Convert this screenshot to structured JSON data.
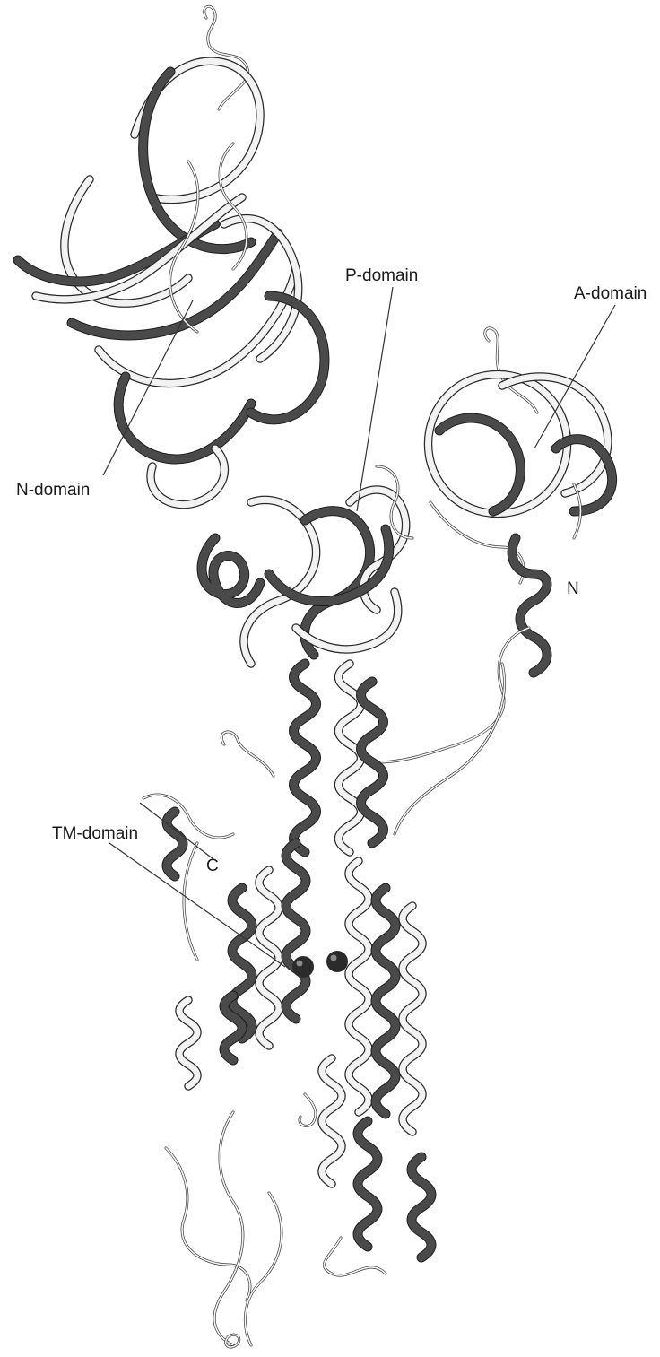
{
  "labels": {
    "n_domain": "N-domain",
    "p_domain": "P-domain",
    "a_domain": "A-domain",
    "tm_domain": "TM-domain",
    "n_terminus": "N",
    "c_terminus": "C"
  },
  "colors": {
    "helix_dark": "#4a4a4a",
    "ribbon_light": "#f2f2f2",
    "outline": "#1e1e1e",
    "ion_sphere": "#2b2b2b"
  }
}
